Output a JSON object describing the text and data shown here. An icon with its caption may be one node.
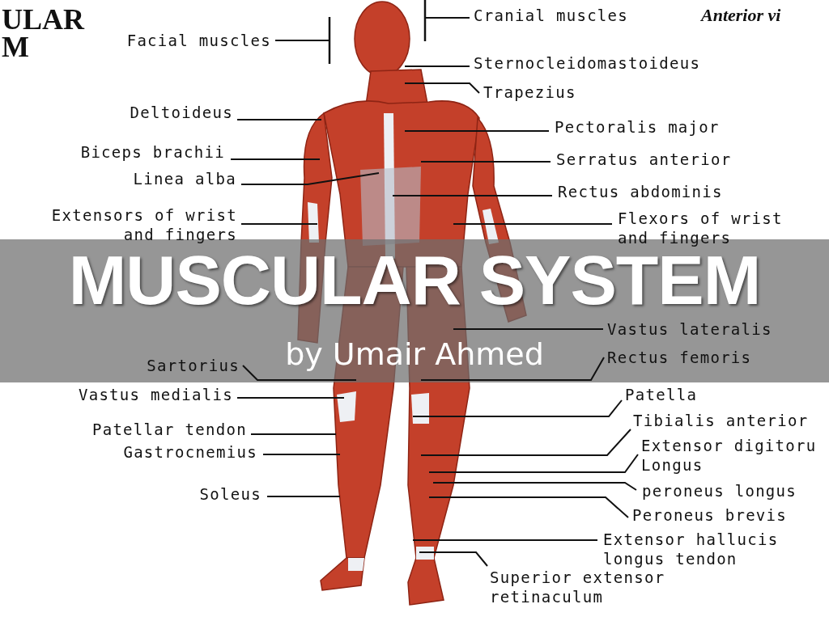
{
  "diagram": {
    "title": "MUSCULAR SYSTEM",
    "caption": "by Umair Ahmed",
    "nodes": [
      {
        "text": [
          "Facial muscles"
        ]
      },
      {
        "text": [
          "Cranial muscles"
        ]
      },
      {
        "text": [
          "Sternocleidomastoideus"
        ]
      },
      {
        "text": [
          "Trapezius"
        ]
      },
      {
        "text": [
          "Deltoideus"
        ]
      },
      {
        "text": [
          "Pectoralis major"
        ]
      },
      {
        "text": [
          "Biceps brachii"
        ]
      },
      {
        "text": [
          "Serratus anterior"
        ]
      },
      {
        "text": [
          "Linea alba"
        ]
      },
      {
        "text": [
          "Rectus abdominis"
        ]
      },
      {
        "text": [
          "Extensors of wrist and fingers"
        ]
      },
      {
        "text": [
          "Flexors of wrist and fingers"
        ]
      },
      {
        "text": [
          "Vastus lateralis"
        ]
      },
      {
        "text": [
          "Sartorius"
        ]
      },
      {
        "text": [
          "Rectus femoris"
        ]
      },
      {
        "text": [
          "Vastus medialis"
        ]
      },
      {
        "text": [
          "Patella"
        ]
      },
      {
        "text": [
          "Patellar tendon"
        ]
      },
      {
        "text": [
          "Tibialis anterior"
        ]
      },
      {
        "text": [
          "Gastrocnemius"
        ]
      },
      {
        "text": [
          "Extensor digitoru Longus"
        ]
      },
      {
        "text": [
          "peroneus longus"
        ]
      },
      {
        "text": [
          "Soleus"
        ]
      },
      {
        "text": [
          "Peroneus brevis"
        ]
      },
      {
        "text": [
          "Extensor hallucis longus tendon"
        ]
      },
      {
        "text": [
          "Superior extensor retinaculum"
        ]
      }
    ],
    "edges": [
      {
        "from": 0,
        "to": null,
        "arrow": "other"
      },
      {
        "from": 1,
        "to": null,
        "arrow": "other"
      },
      {
        "from": 2,
        "to": null,
        "arrow": "none"
      },
      {
        "from": 3,
        "to": null,
        "arrow": "none"
      },
      {
        "from": 4,
        "to": null,
        "arrow": "none"
      },
      {
        "from": 5,
        "to": null,
        "arrow": "none"
      },
      {
        "from": 6,
        "to": null,
        "arrow": "none"
      },
      {
        "from": 7,
        "to": null,
        "arrow": "none"
      },
      {
        "from": 8,
        "to": null,
        "arrow": "none"
      },
      {
        "from": 9,
        "to": null,
        "arrow": "none"
      },
      {
        "from": 10,
        "to": null,
        "arrow": "none"
      },
      {
        "from": 11,
        "to": null,
        "arrow": "none"
      },
      {
        "from": 12,
        "to": null,
        "arrow": "none"
      },
      {
        "from": 13,
        "to": null,
        "arrow": "none"
      },
      {
        "from": 14,
        "to": null,
        "arrow": "none"
      },
      {
        "from": 15,
        "to": null,
        "arrow": "none"
      },
      {
        "from": 16,
        "to": null,
        "arrow": "none"
      },
      {
        "from": 17,
        "to": null,
        "arrow": "none"
      },
      {
        "from": 18,
        "to": null,
        "arrow": "none"
      },
      {
        "from": 19,
        "to": null,
        "arrow": "none"
      },
      {
        "from": 20,
        "to": null,
        "arrow": "none"
      },
      {
        "from": 21,
        "to": null,
        "arrow": "none"
      },
      {
        "from": 22,
        "to": null,
        "arrow": "none"
      },
      {
        "from": 23,
        "to": null,
        "arrow": "none"
      },
      {
        "from": 24,
        "to": null,
        "arrow": "none"
      },
      {
        "from": 25,
        "to": null,
        "arrow": "none"
      }
    ],
    "labels": [
      "ULAR",
      "M",
      "Anterior vi"
    ]
  }
}
